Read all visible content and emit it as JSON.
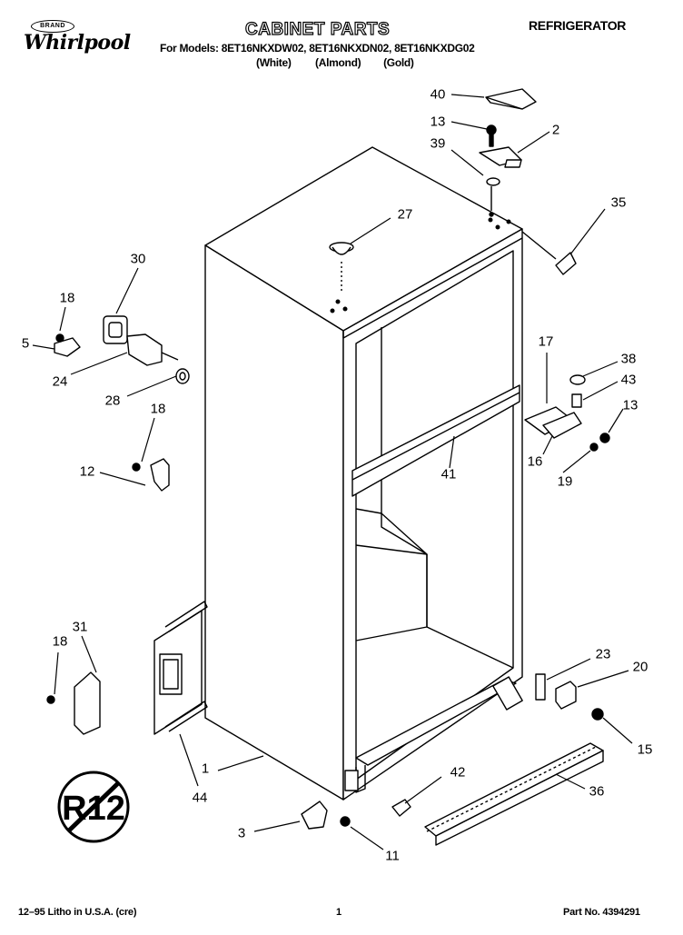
{
  "header": {
    "brand_badge": "BRAND",
    "brand": "Whirlpool",
    "title": "CABINET PARTS",
    "category": "REFRIGERATOR",
    "models_line": "For Models: 8ET16NKXDW02, 8ET16NKXDN02, 8ET16NKXDG02",
    "variants": [
      "(White)",
      "(Almond)",
      "(Gold)"
    ]
  },
  "footer": {
    "litho": "12–95 Litho in U.S.A. (cre)",
    "page": "1",
    "part_no": "Part No. 4394291"
  },
  "stamp": {
    "text": "R12"
  },
  "callouts": [
    {
      "id": "40",
      "label": "40"
    },
    {
      "id": "13a",
      "label": "13"
    },
    {
      "id": "2",
      "label": "2"
    },
    {
      "id": "39",
      "label": "39"
    },
    {
      "id": "27",
      "label": "27"
    },
    {
      "id": "35",
      "label": "35"
    },
    {
      "id": "30",
      "label": "30"
    },
    {
      "id": "18a",
      "label": "18"
    },
    {
      "id": "5",
      "label": "5"
    },
    {
      "id": "24",
      "label": "24"
    },
    {
      "id": "28",
      "label": "28"
    },
    {
      "id": "18b",
      "label": "18"
    },
    {
      "id": "12",
      "label": "12"
    },
    {
      "id": "17",
      "label": "17"
    },
    {
      "id": "38",
      "label": "38"
    },
    {
      "id": "43",
      "label": "43"
    },
    {
      "id": "13b",
      "label": "13"
    },
    {
      "id": "16",
      "label": "16"
    },
    {
      "id": "19",
      "label": "19"
    },
    {
      "id": "41",
      "label": "41"
    },
    {
      "id": "18c",
      "label": "18"
    },
    {
      "id": "31",
      "label": "31"
    },
    {
      "id": "23",
      "label": "23"
    },
    {
      "id": "20",
      "label": "20"
    },
    {
      "id": "15",
      "label": "15"
    },
    {
      "id": "1",
      "label": "1"
    },
    {
      "id": "44",
      "label": "44"
    },
    {
      "id": "42",
      "label": "42"
    },
    {
      "id": "36",
      "label": "36"
    },
    {
      "id": "3",
      "label": "3"
    },
    {
      "id": "11",
      "label": "11"
    }
  ]
}
